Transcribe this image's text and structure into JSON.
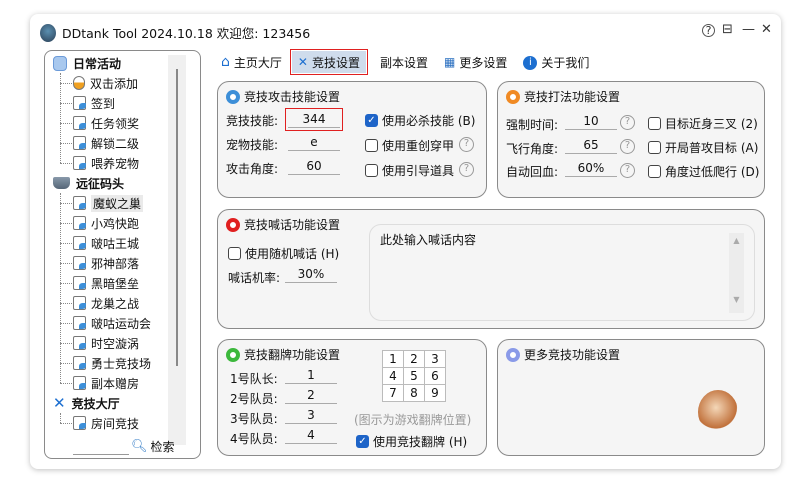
{
  "window": {
    "title": "DDtank Tool 2024.10.18 欢迎您: 123456",
    "help": "?",
    "menu": "⊟",
    "minimize": "—",
    "close": "✕"
  },
  "sidebar": {
    "groups": [
      {
        "label": "日常活动",
        "icon": "calendar-icon",
        "items": [
          "双击添加",
          "签到",
          "任务领奖",
          "解锁二级",
          "喂养宠物"
        ]
      },
      {
        "label": "远征码头",
        "icon": "ship-icon",
        "items": [
          "魔蚁之巢",
          "小鸡快跑",
          "啵咕王城",
          "邪神部落",
          "黑暗堡垒",
          "龙巢之战",
          "啵咕运动会",
          "时空漩涡",
          "勇士竞技场",
          "副本赠房"
        ]
      },
      {
        "label": "竞技大厅",
        "icon": "swords-icon",
        "items": [
          "房间竞技"
        ]
      }
    ],
    "selected": "魔蚁之巢",
    "search_label": "检索"
  },
  "tabs": [
    {
      "label": "主页大厅",
      "icon": "home-icon"
    },
    {
      "label": "竞技设置",
      "icon": "swords-icon",
      "active": true
    },
    {
      "label": "副本设置",
      "icon": "ship-icon"
    },
    {
      "label": "更多设置",
      "icon": "grid-icon"
    },
    {
      "label": "关于我们",
      "icon": "info-icon"
    }
  ],
  "attack": {
    "title": "竞技攻击技能设置",
    "skill_label": "竞技技能:",
    "skill_value": "344",
    "pet_label": "宠物技能:",
    "pet_value": "e",
    "angle_label": "攻击角度:",
    "angle_value": "60",
    "cb1": "使用必杀技能 (B)",
    "cb1_checked": true,
    "cb2": "使用重创穿甲",
    "cb3": "使用引导道具"
  },
  "play": {
    "title": "竞技打法功能设置",
    "force_label": "强制时间:",
    "force_value": "10",
    "fly_label": "飞行角度:",
    "fly_value": "65",
    "heal_label": "自动回血:",
    "heal_value": "60%",
    "cb1": "目标近身三叉 (2)",
    "cb2": "开局普攻目标 (A)",
    "cb3": "角度过低爬行 (D)"
  },
  "shout": {
    "title": "竞技喊话功能设置",
    "cb": "使用随机喊话 (H)",
    "rate_label": "喊话机率:",
    "rate_value": "30%",
    "placeholder": "此处输入喊话内容"
  },
  "flip": {
    "title": "竞技翻牌功能设置",
    "rows": [
      {
        "label": "1号队长:",
        "value": "1"
      },
      {
        "label": "2号队员:",
        "value": "2"
      },
      {
        "label": "3号队员:",
        "value": "3"
      },
      {
        "label": "4号队员:",
        "value": "4"
      }
    ],
    "grid": [
      [
        "1",
        "2",
        "3"
      ],
      [
        "4",
        "5",
        "6"
      ],
      [
        "7",
        "8",
        "9"
      ]
    ],
    "hint": "(图示为游戏翻牌位置)",
    "cb": "使用竞技翻牌 (H)",
    "cb_checked": true
  },
  "more": {
    "title": "更多竞技功能设置"
  },
  "colors": {
    "accent": "#1e64c8",
    "highlight": "#e02020"
  }
}
